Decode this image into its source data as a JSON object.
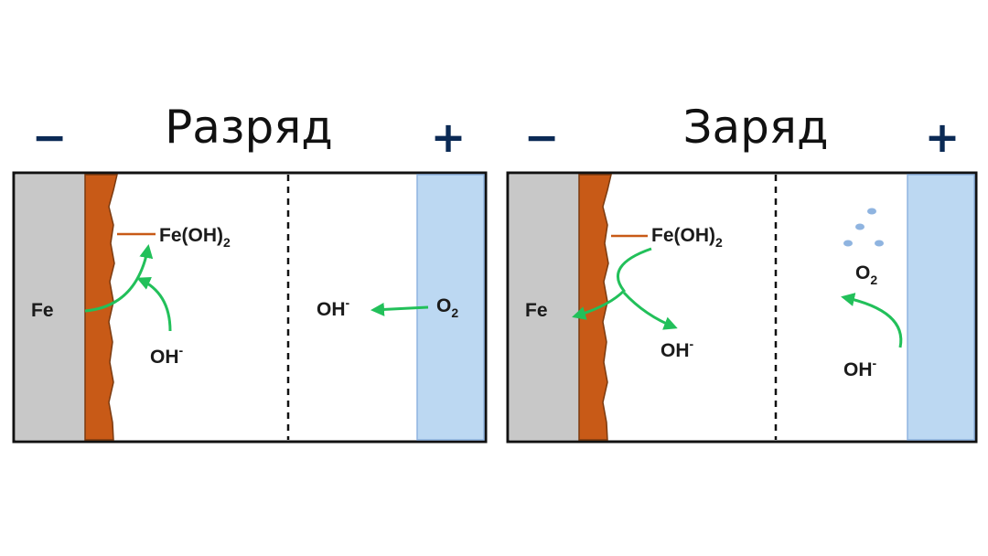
{
  "panels": [
    {
      "title": "Разряд",
      "negative_sign": "−",
      "positive_sign": "+",
      "electrode_label": "Fe",
      "product_label": "Fe(OH)",
      "product_subscript": "2",
      "ion_labels": [
        "OH",
        "OH"
      ],
      "ion_charge": "-",
      "gas_label": "O",
      "gas_subscript": "2"
    },
    {
      "title": "Заряд",
      "negative_sign": "−",
      "positive_sign": "+",
      "electrode_label": "Fe",
      "product_label": "Fe(OH)",
      "product_subscript": "2",
      "ion_labels": [
        "OH",
        "OH"
      ],
      "ion_charge": "-",
      "gas_label": "O",
      "gas_subscript": "2"
    }
  ],
  "colors": {
    "iron_electrode": "#c8c8c8",
    "hydroxide_layer": "#c85a17",
    "air_electrode": "#bcd8f2",
    "arrow": "#22c05a",
    "sign": "#0b2a55",
    "bubble": "#8fb4e0"
  }
}
